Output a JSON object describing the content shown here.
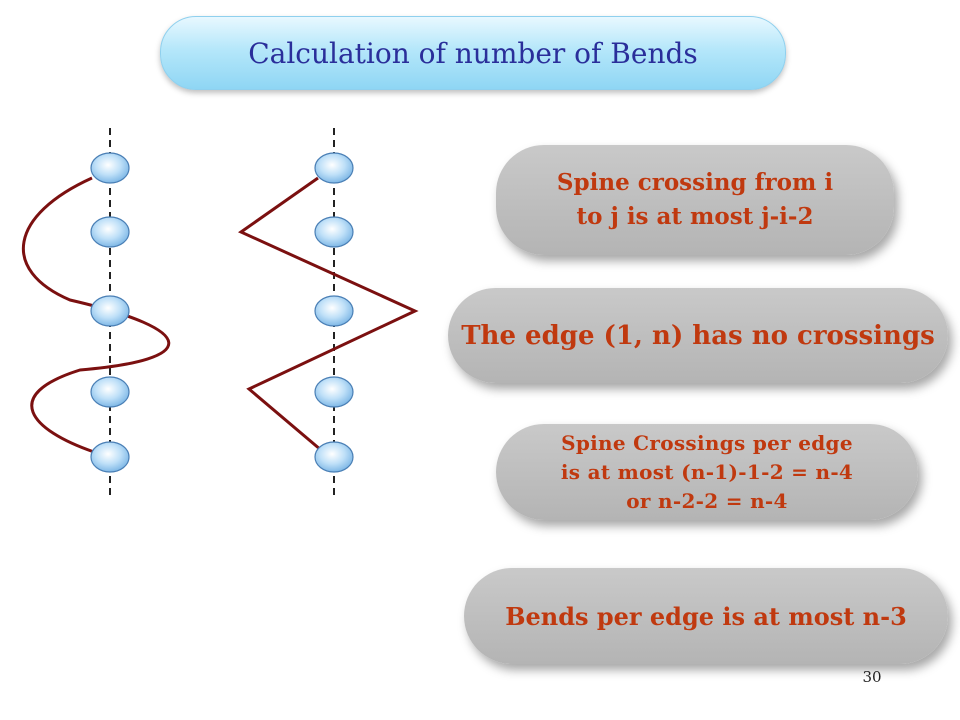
{
  "title": "Calculation of number of Bends",
  "boxes": {
    "spine_crossing": {
      "line1": "Spine crossing from i",
      "line2": "to j is at most j-i-2"
    },
    "edge_no_crossings": "The edge (1, n) has no crossings",
    "spine_crossings_per_edge": {
      "line1": "Spine Crossings per edge",
      "line2": "is at most (n-1)-1-2 = n-4",
      "line3": "or n-2-2 = n-4"
    },
    "bends_per_edge": "Bends per edge is at most n-3"
  },
  "page_number": "30",
  "colors": {
    "title_text": "#2a2e9a",
    "box_text": "#c0390f",
    "edge_curve": "#7b1010",
    "node_fill": "#a9d3f3"
  }
}
